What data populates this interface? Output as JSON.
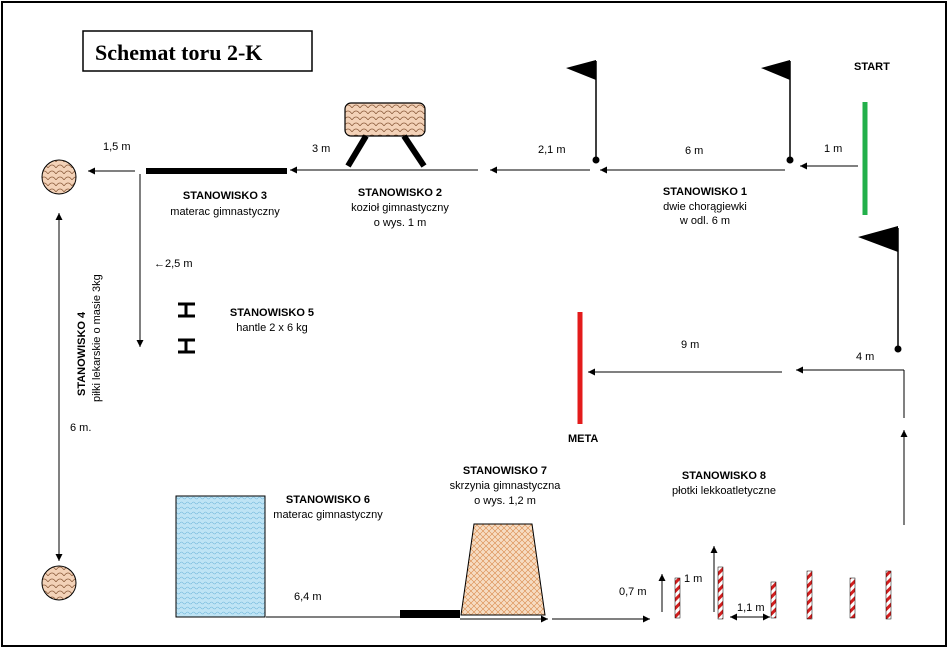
{
  "title": "Schemat toru 2-K",
  "start_label": "START",
  "finish_label": "META",
  "colors": {
    "start_line": "#22b04a",
    "finish_line": "#e31b1b",
    "frame": "#000000",
    "ball_fill": "#f3d2b8",
    "mat_fill": "#bfe4f5",
    "box_fill": "#f4cfae"
  },
  "distances": {
    "d1": "1 m",
    "d2": "6 m",
    "d3": "2,1 m",
    "d4": "3 m",
    "d5": "1,5 m",
    "d6": "←2,5 m",
    "d7": "6 m.",
    "d8": "6,4 m",
    "d9": "0,7 m",
    "d10": "1 m",
    "d11": "1,1 m",
    "d12": "4 m",
    "d13": "9 m"
  },
  "stations": {
    "s1": {
      "name": "STANOWISKO 1",
      "line1": "dwie chorągiewki",
      "line2": "w odl. 6 m"
    },
    "s2": {
      "name": "STANOWISKO 2",
      "line1": "kozioł gimnastyczny",
      "line2": "o wys. 1 m"
    },
    "s3": {
      "name": "STANOWISKO 3",
      "line1": "materac gimnastyczny"
    },
    "s4": {
      "name": "STANOWISKO 4",
      "line1": "piłki lekarskie o masie 3kg"
    },
    "s5": {
      "name": "STANOWISKO 5",
      "line1": "hantle 2 x 6 kg"
    },
    "s6": {
      "name": "STANOWISKO 6",
      "line1": "materac gimnastyczny"
    },
    "s7": {
      "name": "STANOWISKO 7",
      "line1": "skrzynia gimnastyczna",
      "line2": "o wys. 1,2 m"
    },
    "s8": {
      "name": "STANOWISKO 8",
      "line1": "płotki lekkoatletyczne"
    }
  }
}
